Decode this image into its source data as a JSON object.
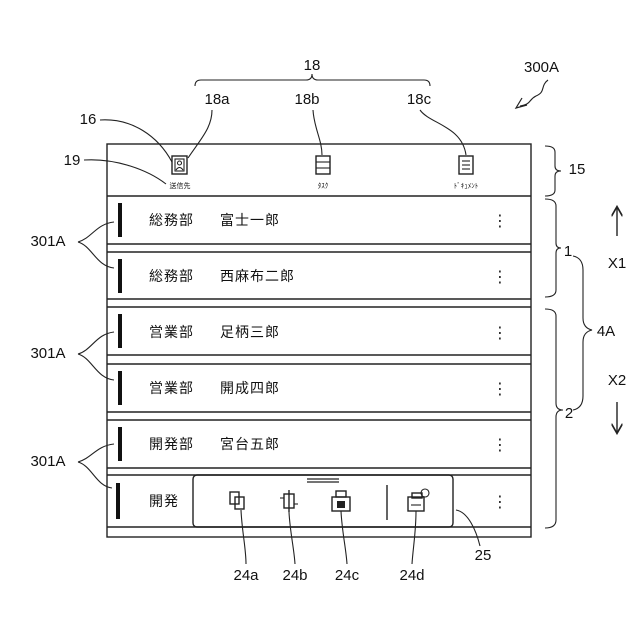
{
  "figure_label": "300A",
  "tabs": {
    "group_label": "18",
    "items": [
      {
        "ref": "18a",
        "label": "送信先",
        "icon": "contact-card-icon"
      },
      {
        "ref": "18b",
        "label": "ﾀｽｸ",
        "icon": "task-list-icon"
      },
      {
        "ref": "18c",
        "label": "ﾄﾞｷｭﾒﾝﾄ",
        "icon": "document-icon"
      }
    ]
  },
  "refs": {
    "tab_icon": "16",
    "tab_label": "19",
    "tab_bar": "15",
    "list_group_1": "1",
    "list_group_2": "2",
    "list_area": "4A",
    "scroll_up": "X1",
    "scroll_down": "X2",
    "menu": "25",
    "row_ref_1": "301A",
    "row_ref_2": "301A",
    "row_ref_3": "301A"
  },
  "rows": [
    {
      "dept": "総務部",
      "name": "富士一郎"
    },
    {
      "dept": "総務部",
      "name": "西麻布二郎"
    },
    {
      "dept": "営業部",
      "name": "足柄三郎"
    },
    {
      "dept": "営業部",
      "name": "開成四郎"
    },
    {
      "dept": "開発部",
      "name": "宮台五郎"
    },
    {
      "dept": "開発",
      "name": ""
    }
  ],
  "popup_actions": [
    {
      "ref": "24a",
      "icon": "copy-icon"
    },
    {
      "ref": "24b",
      "icon": "scan-icon"
    },
    {
      "ref": "24c",
      "icon": "print-icon"
    },
    {
      "ref": "24d",
      "icon": "print-settings-icon"
    }
  ],
  "kebab": "⋮"
}
